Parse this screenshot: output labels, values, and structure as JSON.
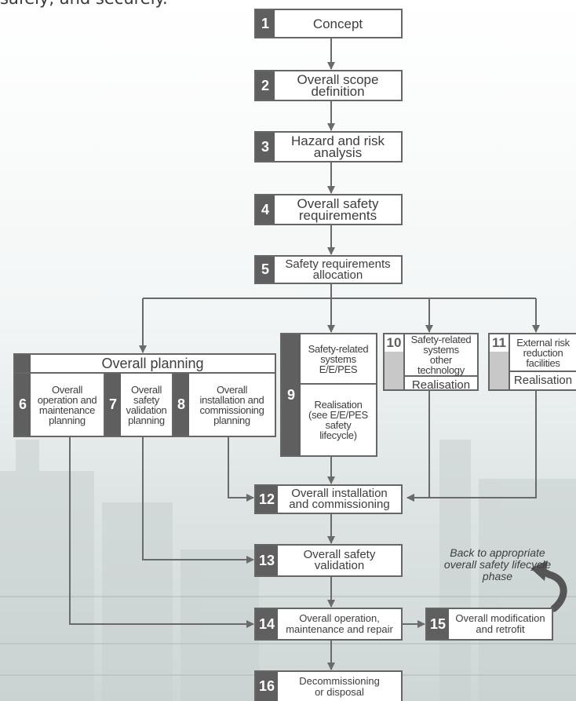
{
  "intro_text": "safely, and securely.",
  "steps": {
    "s1": {
      "num": "1",
      "label": "Concept"
    },
    "s2": {
      "num": "2",
      "label": "Overall scope\ndefinition"
    },
    "s3": {
      "num": "3",
      "label": "Hazard and risk\nanalysis"
    },
    "s4": {
      "num": "4",
      "label": "Overall safety\nrequirements"
    },
    "s5": {
      "num": "5",
      "label": "Safety requirements\nallocation"
    },
    "s6": {
      "num": "6",
      "label": "Overall\noperation and\nmaintenance\nplanning"
    },
    "s7": {
      "num": "7",
      "label": "Overall\nsafety\nvalidation\nplanning"
    },
    "s8": {
      "num": "8",
      "label": "Overall\ninstallation and\ncommissioning\nplanning"
    },
    "s9": {
      "num": "9",
      "label_top": "Safety-related\nsystems\nE/E/PES",
      "label_bottom": "Realisation\n(see E/E/PES\nsafety\nlifecycle)"
    },
    "s10": {
      "num": "10",
      "label_top": "Safety-related\nsystems\nother\ntechnology",
      "label_bottom": "Realisation"
    },
    "s11": {
      "num": "11",
      "label_top": "External risk\nreduction\nfacilities",
      "label_bottom": "Realisation"
    },
    "s12": {
      "num": "12",
      "label": "Overall installation\nand commissioning"
    },
    "s13": {
      "num": "13",
      "label": "Overall safety\nvalidation"
    },
    "s14": {
      "num": "14",
      "label": "Overall operation,\nmaintenance and repair"
    },
    "s15": {
      "num": "15",
      "label": "Overall modification\nand retrofit"
    },
    "s16": {
      "num": "16",
      "label": "Decommissioning\nor disposal"
    }
  },
  "overall_planning_title": "Overall planning",
  "back_note": "Back to appropriate\noverall safety lifecycle\nphase",
  "colors": {
    "box_border": "#666666",
    "number_fill": "#5f5f5f",
    "gray_panel": "#c8c8c8",
    "arrow": "#6a6a6a"
  }
}
